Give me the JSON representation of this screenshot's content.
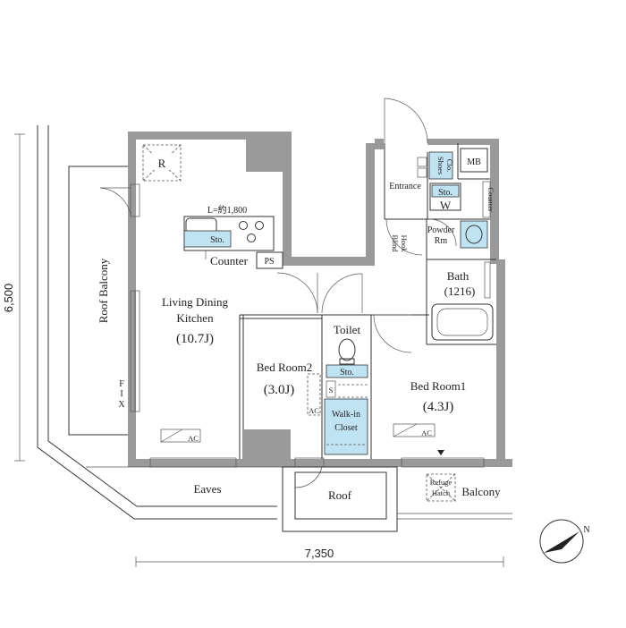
{
  "dimensions": {
    "height": "6,500",
    "width": "7,350"
  },
  "rooms": {
    "ldk": {
      "name_line1": "Living Dining",
      "name_line2": "Kitchen",
      "size": "(10.7J)"
    },
    "bed1": {
      "name": "Bed Room1",
      "size": "(4.3J)"
    },
    "bed2": {
      "name": "Bed Room2",
      "size": "(3.0J)"
    },
    "toilet": "Toilet",
    "bath": {
      "name": "Bath",
      "size": "(1216)"
    },
    "powder": {
      "line1": "Powder",
      "line2": "Rm"
    },
    "entrance": "Entrance",
    "walkin": {
      "line1": "Walk-in",
      "line2": "Closet"
    },
    "roof_balcony": "Roof Balcony",
    "eaves": "Eaves",
    "roof": "Roof",
    "balcony": "Balcony",
    "refuge": {
      "line1": "Refuge",
      "line2": "Hatch"
    }
  },
  "labels": {
    "refrigerator": "R",
    "kitchen_length": "L=約1,800",
    "sto": "Sto.",
    "counter": "Counter",
    "ps": "PS",
    "mb": "MB",
    "shoes_line1": "Shoes",
    "shoes_line2": "Clo.",
    "washer": "W",
    "blind_hook_line1": "Blind",
    "blind_hook_line2": "Hook",
    "fix_f": "F",
    "fix_i": "I",
    "fix_x": "X",
    "ac": "AC",
    "s": "S"
  },
  "compass": {
    "north_label": "N"
  }
}
